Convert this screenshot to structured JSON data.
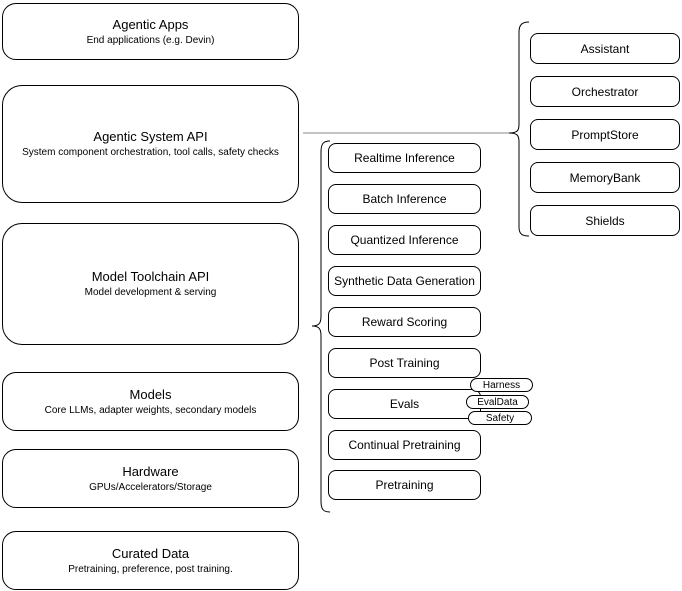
{
  "diagram": {
    "left_stack": [
      {
        "title": "Agentic Apps",
        "subtitle": "End applications (e.g. Devin)"
      },
      {
        "title": "Agentic System API",
        "subtitle": "System component orchestration, tool calls, safety checks"
      },
      {
        "title": "Model Toolchain API",
        "subtitle": "Model development & serving"
      },
      {
        "title": "Models",
        "subtitle": "Core LLMs, adapter weights, secondary models"
      },
      {
        "title": "Hardware",
        "subtitle": "GPUs/Accelerators/Storage"
      },
      {
        "title": "Curated Data",
        "subtitle": "Pretraining, preference, post training."
      }
    ],
    "toolchain_items": [
      "Realtime Inference",
      "Batch Inference",
      "Quantized Inference",
      "Synthetic Data Generation",
      "Reward Scoring",
      "Post Training",
      "Evals",
      "Continual Pretraining",
      "Pretraining"
    ],
    "evals_tags": [
      "Harness",
      "EvalData",
      "Safety"
    ],
    "system_components": [
      "Assistant",
      "Orchestrator",
      "PromptStore",
      "MemoryBank",
      "Shields"
    ],
    "colors": {
      "border": "#000000",
      "fill": "#ffffff",
      "text": "#000000",
      "connector": "#8a8a8a"
    }
  }
}
